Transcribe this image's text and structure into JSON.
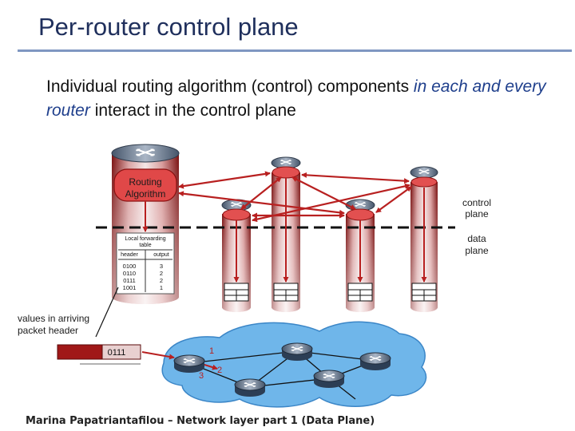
{
  "title": "Per-router control plane",
  "bullet": {
    "part1": "Individual routing algorithm (control) components ",
    "italic1": "in each and every router",
    "part2": " interact in the control plane"
  },
  "labels": {
    "routing_algorithm_1": "Routing",
    "routing_algorithm_2": "Algorithm",
    "control_plane_1": "control",
    "control_plane_2": "plane",
    "data_plane_1": "data",
    "data_plane_2": "plane",
    "values_arriving_1": "values in arriving",
    "values_arriving_2": "packet header",
    "packet_value": "0111",
    "port_1": "1",
    "port_2": "2",
    "port_3": "3"
  },
  "forwarding_table": {
    "title_1": "Local forwarding",
    "title_2": "table",
    "col_header": "header",
    "col_output": "output",
    "rows": [
      {
        "header": "0100",
        "output": "3"
      },
      {
        "header": "0110",
        "output": "2"
      },
      {
        "header": "0111",
        "output": "2"
      },
      {
        "header": "1001",
        "output": "1"
      }
    ]
  },
  "colors": {
    "accent_red": "#b82020",
    "title_blue": "#1f2f5c",
    "network_blue": "#6fb6ea"
  },
  "footer": "Marina Papatriantafilou –  Network layer part 1 (Data Plane)"
}
